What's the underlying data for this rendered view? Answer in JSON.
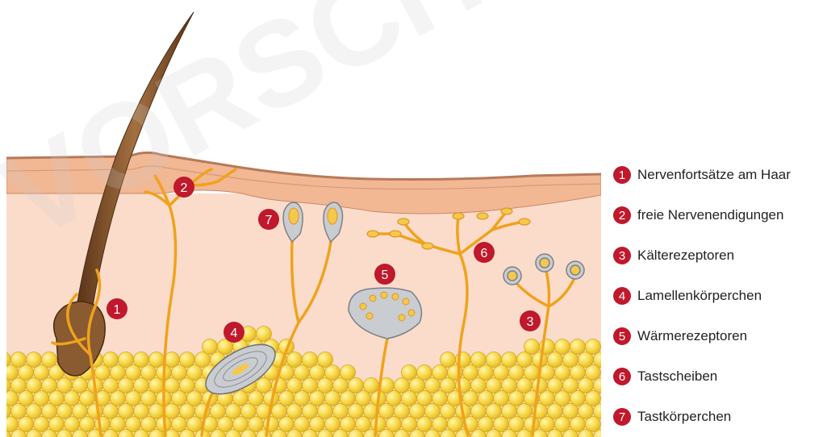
{
  "colors": {
    "marker": "#c0182c",
    "nerve": "#f0a21c",
    "epidermis": "#f2b793",
    "dermis": "#fbdccb",
    "fat": "#f6d640",
    "hair": "#7a4a25",
    "capsule": "#c9ccd0"
  },
  "watermark": "VORSCHAU",
  "markers": [
    {
      "num": "2"
    },
    {
      "num": "7"
    },
    {
      "num": "5"
    },
    {
      "num": "6"
    },
    {
      "num": "1"
    },
    {
      "num": "4"
    },
    {
      "num": "3"
    }
  ],
  "legend": [
    {
      "num": "1",
      "label": "Nervenfortsätze am Haar"
    },
    {
      "num": "2",
      "label": "freie Nervenendigungen"
    },
    {
      "num": "3",
      "label": "Kälterezeptoren"
    },
    {
      "num": "4",
      "label": "Lamellenkörperchen"
    },
    {
      "num": "5",
      "label": "Wärmerezeptoren"
    },
    {
      "num": "6",
      "label": "Tastscheiben"
    },
    {
      "num": "7",
      "label": "Tastkörperchen"
    }
  ]
}
